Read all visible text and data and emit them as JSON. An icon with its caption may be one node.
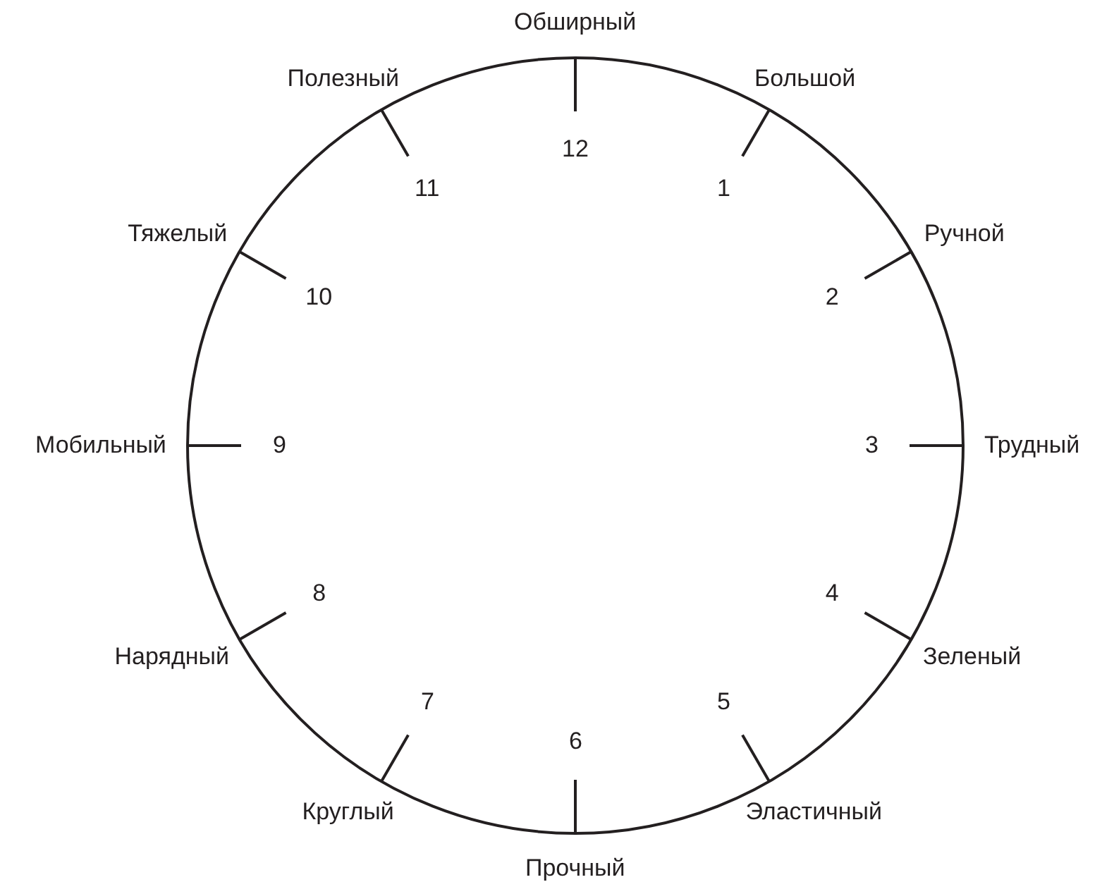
{
  "diagram": {
    "labels": [
      "Обширный",
      "12",
      "Большой",
      "1",
      "Ручной",
      "2",
      "Трудный",
      "3",
      "Зеленый",
      "4",
      "Эластичный",
      "5",
      "Прочный",
      "6",
      "Круглый",
      "7",
      "Нарядный",
      "8",
      "Мобильный",
      "9",
      "Тяжелый",
      "10",
      "Полезный",
      "11"
    ]
  }
}
